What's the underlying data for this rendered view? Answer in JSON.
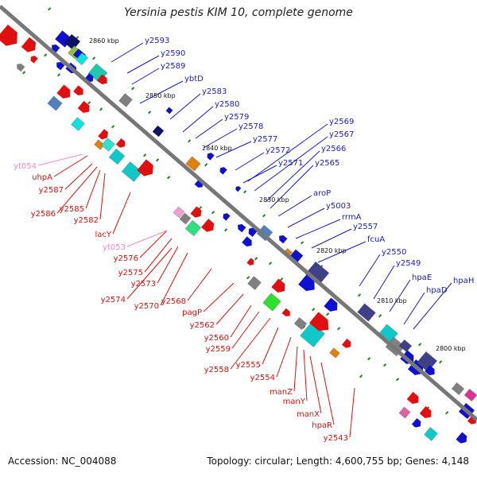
{
  "title": "Yersinia pestis KIM 10, complete genome",
  "accession_text": "Accession: NC_004088",
  "summary_text": "Topology: circular; Length: 4,600,755 bp; Genes: 4,148",
  "colors": {
    "forward_label": "#1a1acc",
    "reverse_label": "#dd1111",
    "rna_label": "#f08cc8",
    "backbone": "#777777",
    "marker": "#1c8a1c"
  },
  "kbp_markers": [
    "2860 kbp",
    "2850 kbp",
    "2840 kbp",
    "2830 kbp",
    "2820 kbp",
    "2810 kbp",
    "2800 kbp"
  ],
  "forward_genes": [
    "y2593",
    "y2590",
    "y2589",
    "ybtD",
    "y2583",
    "y2580",
    "y2579",
    "y2578",
    "y2577",
    "y2572",
    "y2571",
    "y2569",
    "y2567",
    "y2566",
    "y2565",
    "aroP",
    "y5003",
    "rrmA",
    "y2557",
    "fcuA",
    "y2550",
    "y2549",
    "hpaE",
    "hpaD",
    "hpaH"
  ],
  "reverse_genes": [
    "uhpA",
    "y2587",
    "y2586",
    "y2585",
    "y2582",
    "lacY",
    "y2576",
    "y2575",
    "y2573",
    "y2574",
    "y2570",
    "y2568",
    "pagP",
    "y2562",
    "y2560",
    "y2559",
    "y2558",
    "y2555",
    "y2554",
    "manZ",
    "manY",
    "manX",
    "hpaR",
    "y2543"
  ],
  "rna_genes": [
    "yt054",
    "yt053"
  ]
}
